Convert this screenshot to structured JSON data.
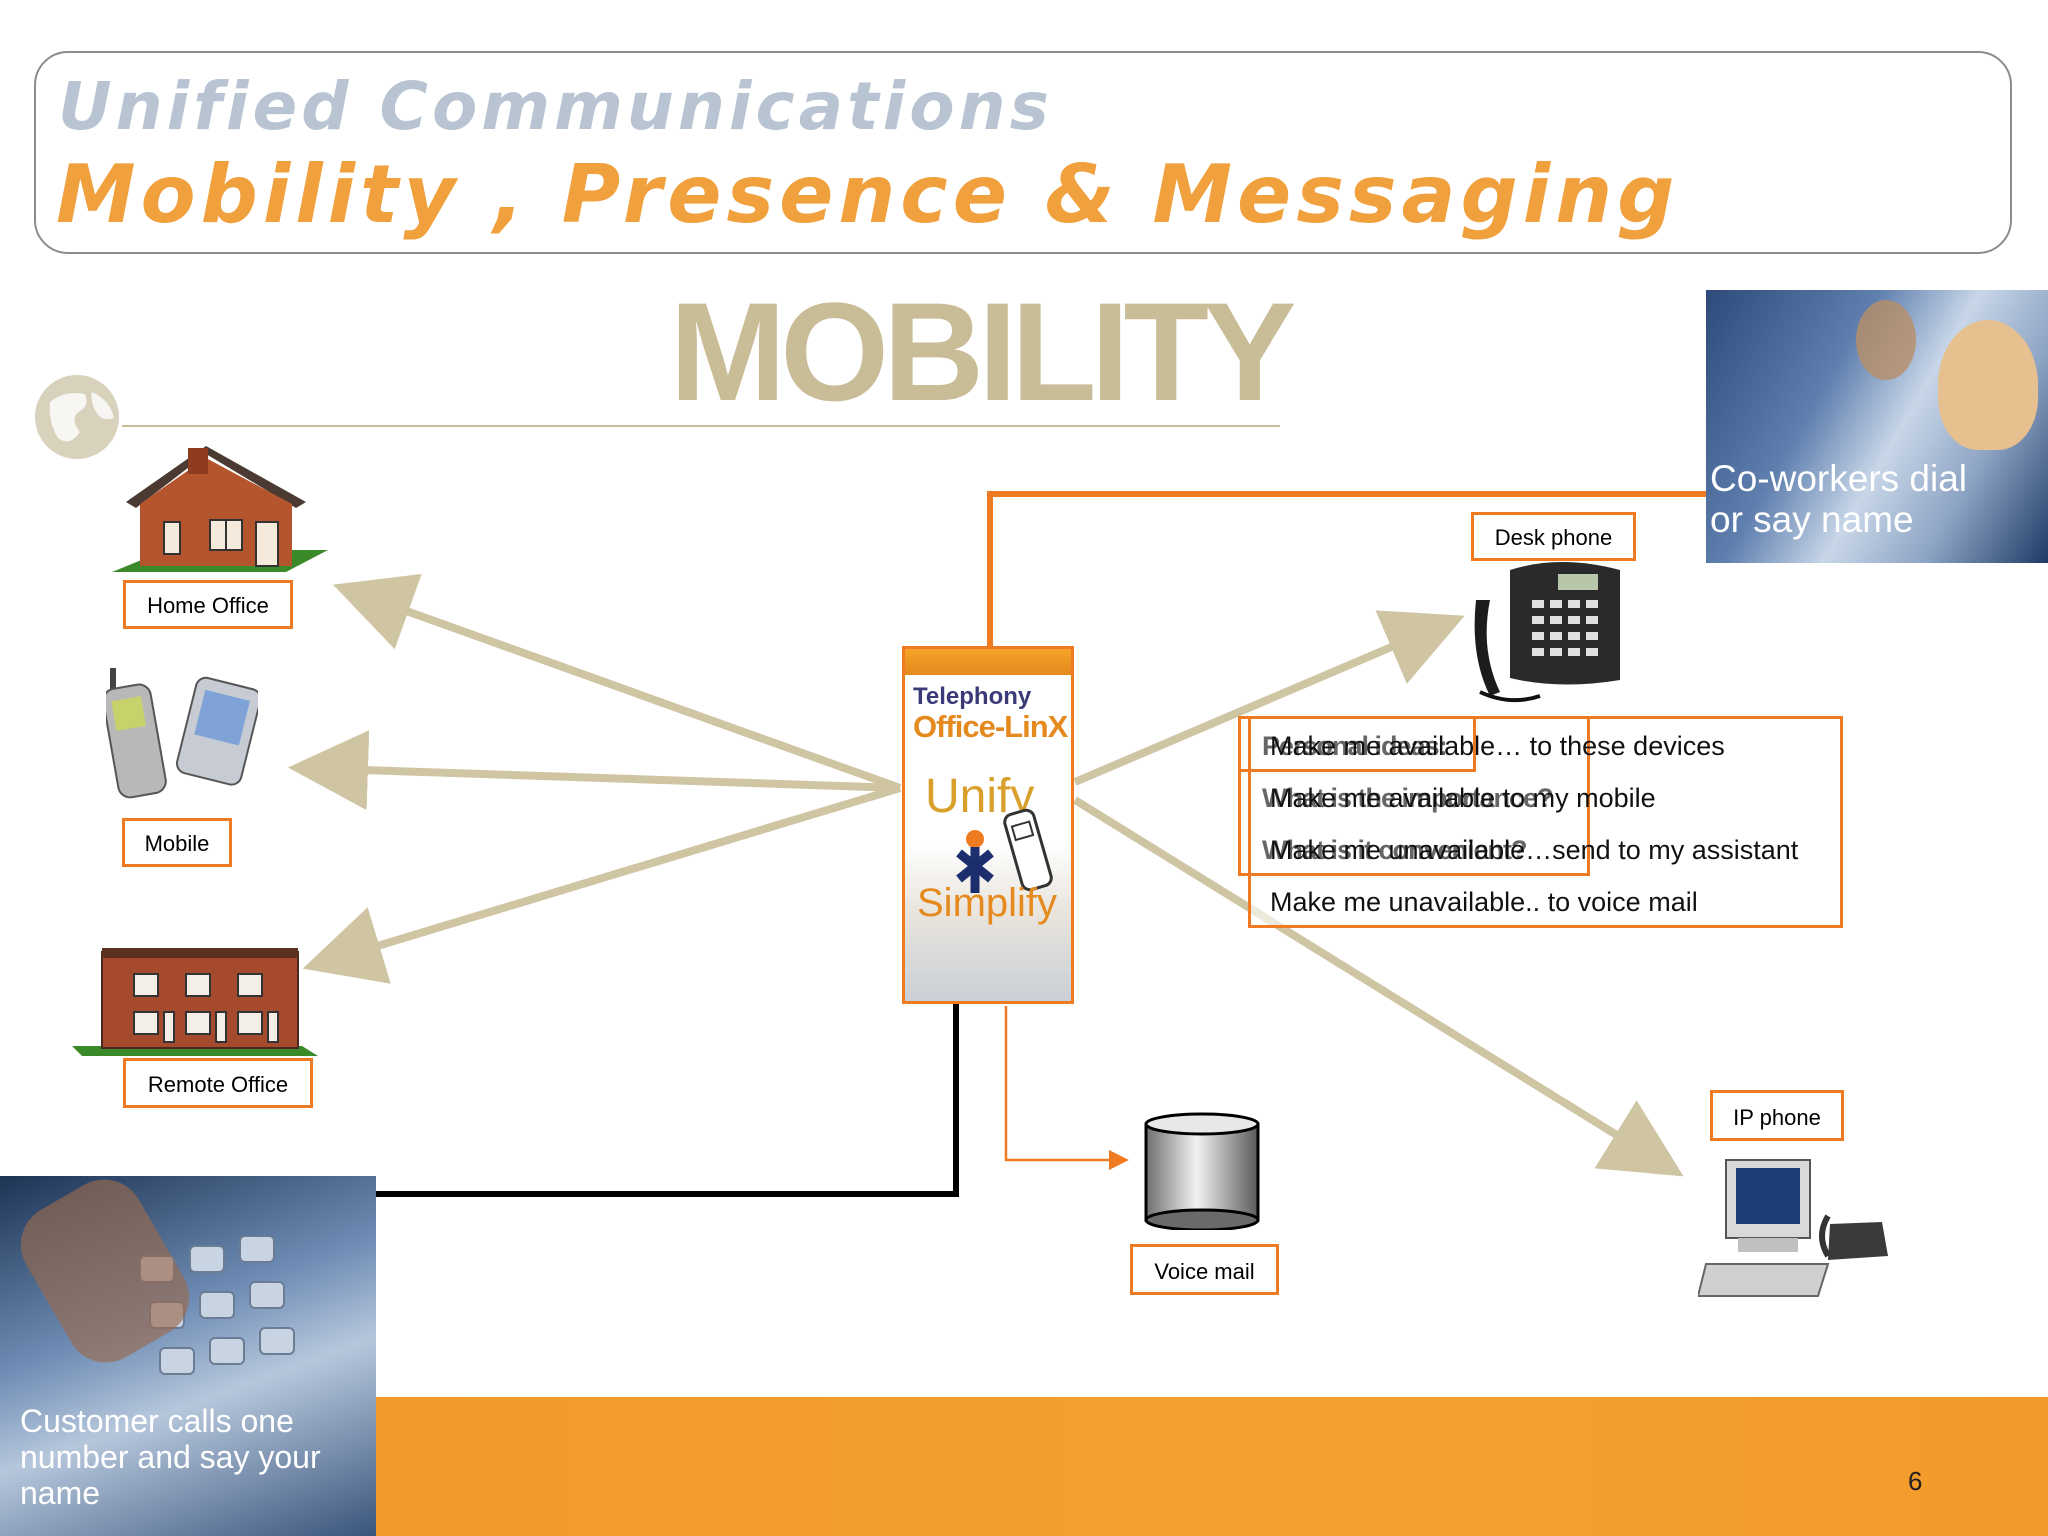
{
  "header": {
    "title": "Unified Communications",
    "subtitle": "Mobility , Presence & Messaging"
  },
  "slide": {
    "title": "MOBILITY",
    "page_number": "6"
  },
  "center_box": {
    "product_brand": "Telephony",
    "product_name": "Office-LinX",
    "slogan_top": "Unify",
    "slogan_bottom": "Simplify"
  },
  "left_nodes": {
    "home_office": "Home Office",
    "mobile": "Mobile",
    "remote_office": "Remote Office"
  },
  "right_nodes": {
    "desk_phone": "Desk phone",
    "ip_phone": "IP phone",
    "voice_mail": "Voice mail"
  },
  "photos": {
    "coworkers_caption": "Co-workers dial or say name",
    "customer_caption": "Customer calls one number and say your name"
  },
  "features": {
    "lines": [
      "Make me available… to these devices",
      "Make me available to my mobile",
      "Make me unavailable…send to my assistant",
      "Make me unavailable.. to voice mail"
    ],
    "overlap_lines": [
      "Personal ideas:",
      "What is the importance?",
      "What is it convenient?"
    ]
  },
  "colors": {
    "accent_orange": "#ee7a22",
    "header_grey": "#b8c4d2",
    "header_orange": "#f0a03c",
    "title_tan": "#c9bd97",
    "arrow_tan": "#cfc5a3",
    "footer_orange": "#f39a2a"
  },
  "icons": [
    "globe-icon",
    "house-icon",
    "cellphone-icon",
    "pda-icon",
    "building-icon",
    "desk-phone-icon",
    "ip-phone-icon",
    "database-icon",
    "unify-logo-icon"
  ]
}
